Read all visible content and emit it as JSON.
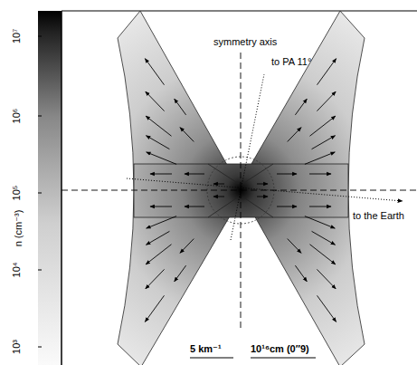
{
  "diagram": {
    "labels": [
      "10⁷",
      "10⁶",
      "10⁵",
      "10⁴",
      "10³",
      "n (cm⁻³)",
      "symmetry axis",
      "to PA 11°",
      "to the Earth",
      "5 km⁻¹",
      "10¹⁶cm (0″9)"
    ]
  }
}
